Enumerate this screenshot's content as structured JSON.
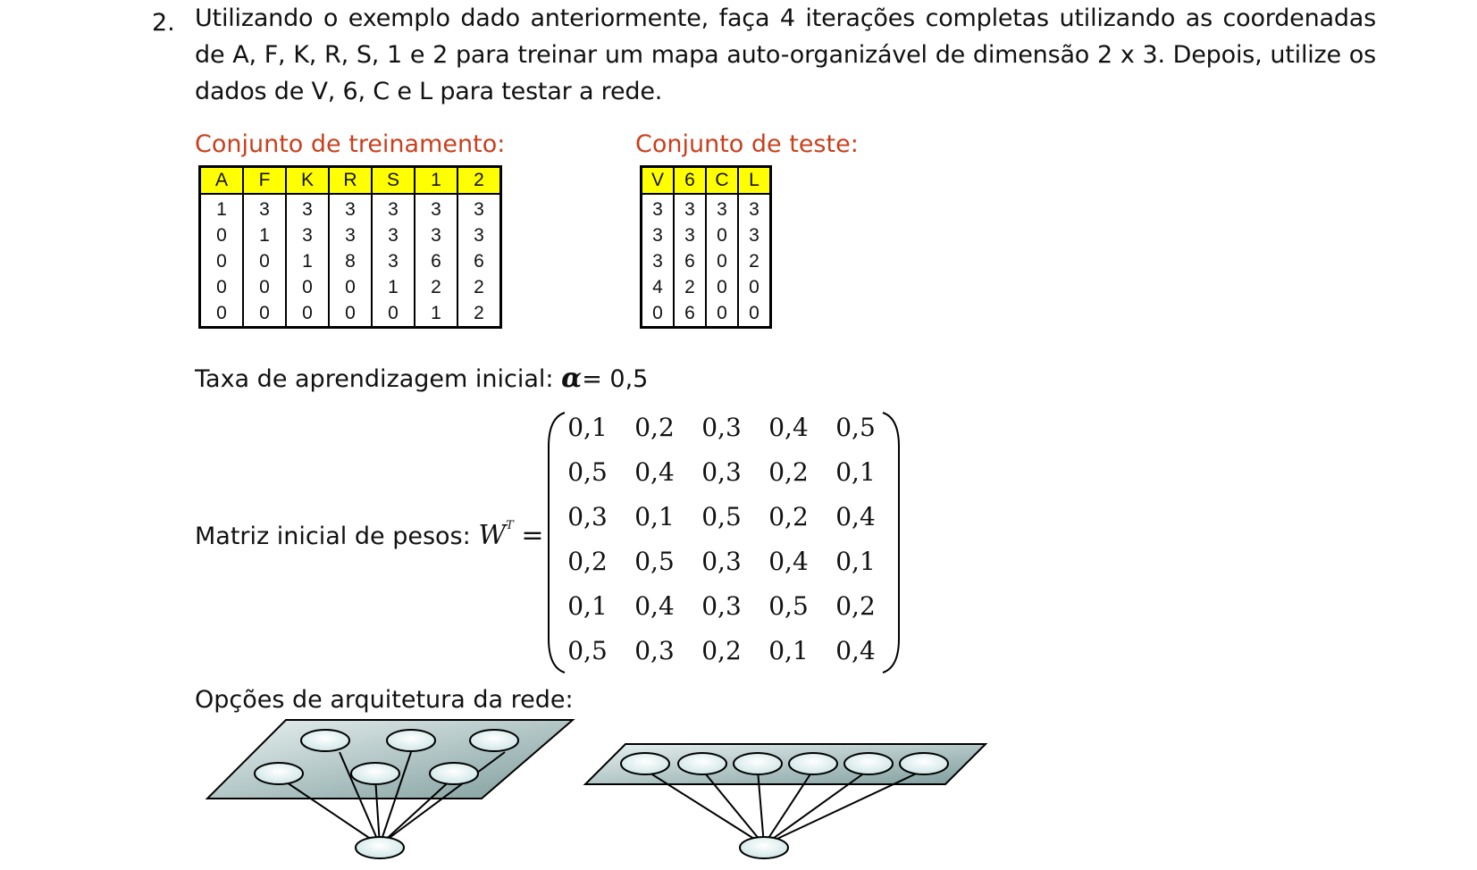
{
  "question": {
    "number": "2.",
    "text": "Utilizando o exemplo dado anteriormente, faça 4 iterações completas utilizando as coordenadas de A, F, K, R, S, 1 e 2 para treinar um mapa auto-organizável de dimensão 2 x 3. Depois, utilize os dados de V, 6, C e L para testar a rede."
  },
  "training_set": {
    "title": "Conjunto de treinamento:",
    "headers": [
      "A",
      "F",
      "K",
      "R",
      "S",
      "1",
      "2"
    ],
    "rows": [
      [
        "1",
        "3",
        "3",
        "3",
        "3",
        "3",
        "3"
      ],
      [
        "0",
        "1",
        "3",
        "3",
        "3",
        "3",
        "3"
      ],
      [
        "0",
        "0",
        "1",
        "8",
        "3",
        "6",
        "6"
      ],
      [
        "0",
        "0",
        "0",
        "0",
        "1",
        "2",
        "2"
      ],
      [
        "0",
        "0",
        "0",
        "0",
        "0",
        "1",
        "2"
      ]
    ]
  },
  "test_set": {
    "title": "Conjunto de teste:",
    "headers": [
      "V",
      "6",
      "C",
      "L"
    ],
    "rows": [
      [
        "3",
        "3",
        "3",
        "3"
      ],
      [
        "3",
        "3",
        "0",
        "3"
      ],
      [
        "3",
        "6",
        "0",
        "2"
      ],
      [
        "4",
        "2",
        "0",
        "0"
      ],
      [
        "0",
        "6",
        "0",
        "0"
      ]
    ]
  },
  "learning_rate": {
    "label": "Taxa de aprendizagem inicial:",
    "symbol": "α",
    "value": "= 0,5"
  },
  "weights": {
    "label": "Matriz inicial de pesos:",
    "symbol": "W",
    "superscript": "T",
    "equals": "=",
    "matrix": [
      [
        "0,1",
        "0,2",
        "0,3",
        "0,4",
        "0,5"
      ],
      [
        "0,5",
        "0,4",
        "0,3",
        "0,2",
        "0,1"
      ],
      [
        "0,3",
        "0,1",
        "0,5",
        "0,2",
        "0,4"
      ],
      [
        "0,2",
        "0,5",
        "0,3",
        "0,4",
        "0,1"
      ],
      [
        "0,1",
        "0,4",
        "0,3",
        "0,5",
        "0,2"
      ],
      [
        "0,5",
        "0,3",
        "0,2",
        "0,1",
        "0,4"
      ]
    ]
  },
  "architecture": {
    "label": "Opções de arquitetura da rede:",
    "colors": {
      "plane_light": "#e9f1f1",
      "plane_dark": "#7e9c9c",
      "node_fill": "#dff0f0",
      "stroke": "#000000",
      "section_title": "#c8401e",
      "header_fill": "#ffff00"
    }
  }
}
